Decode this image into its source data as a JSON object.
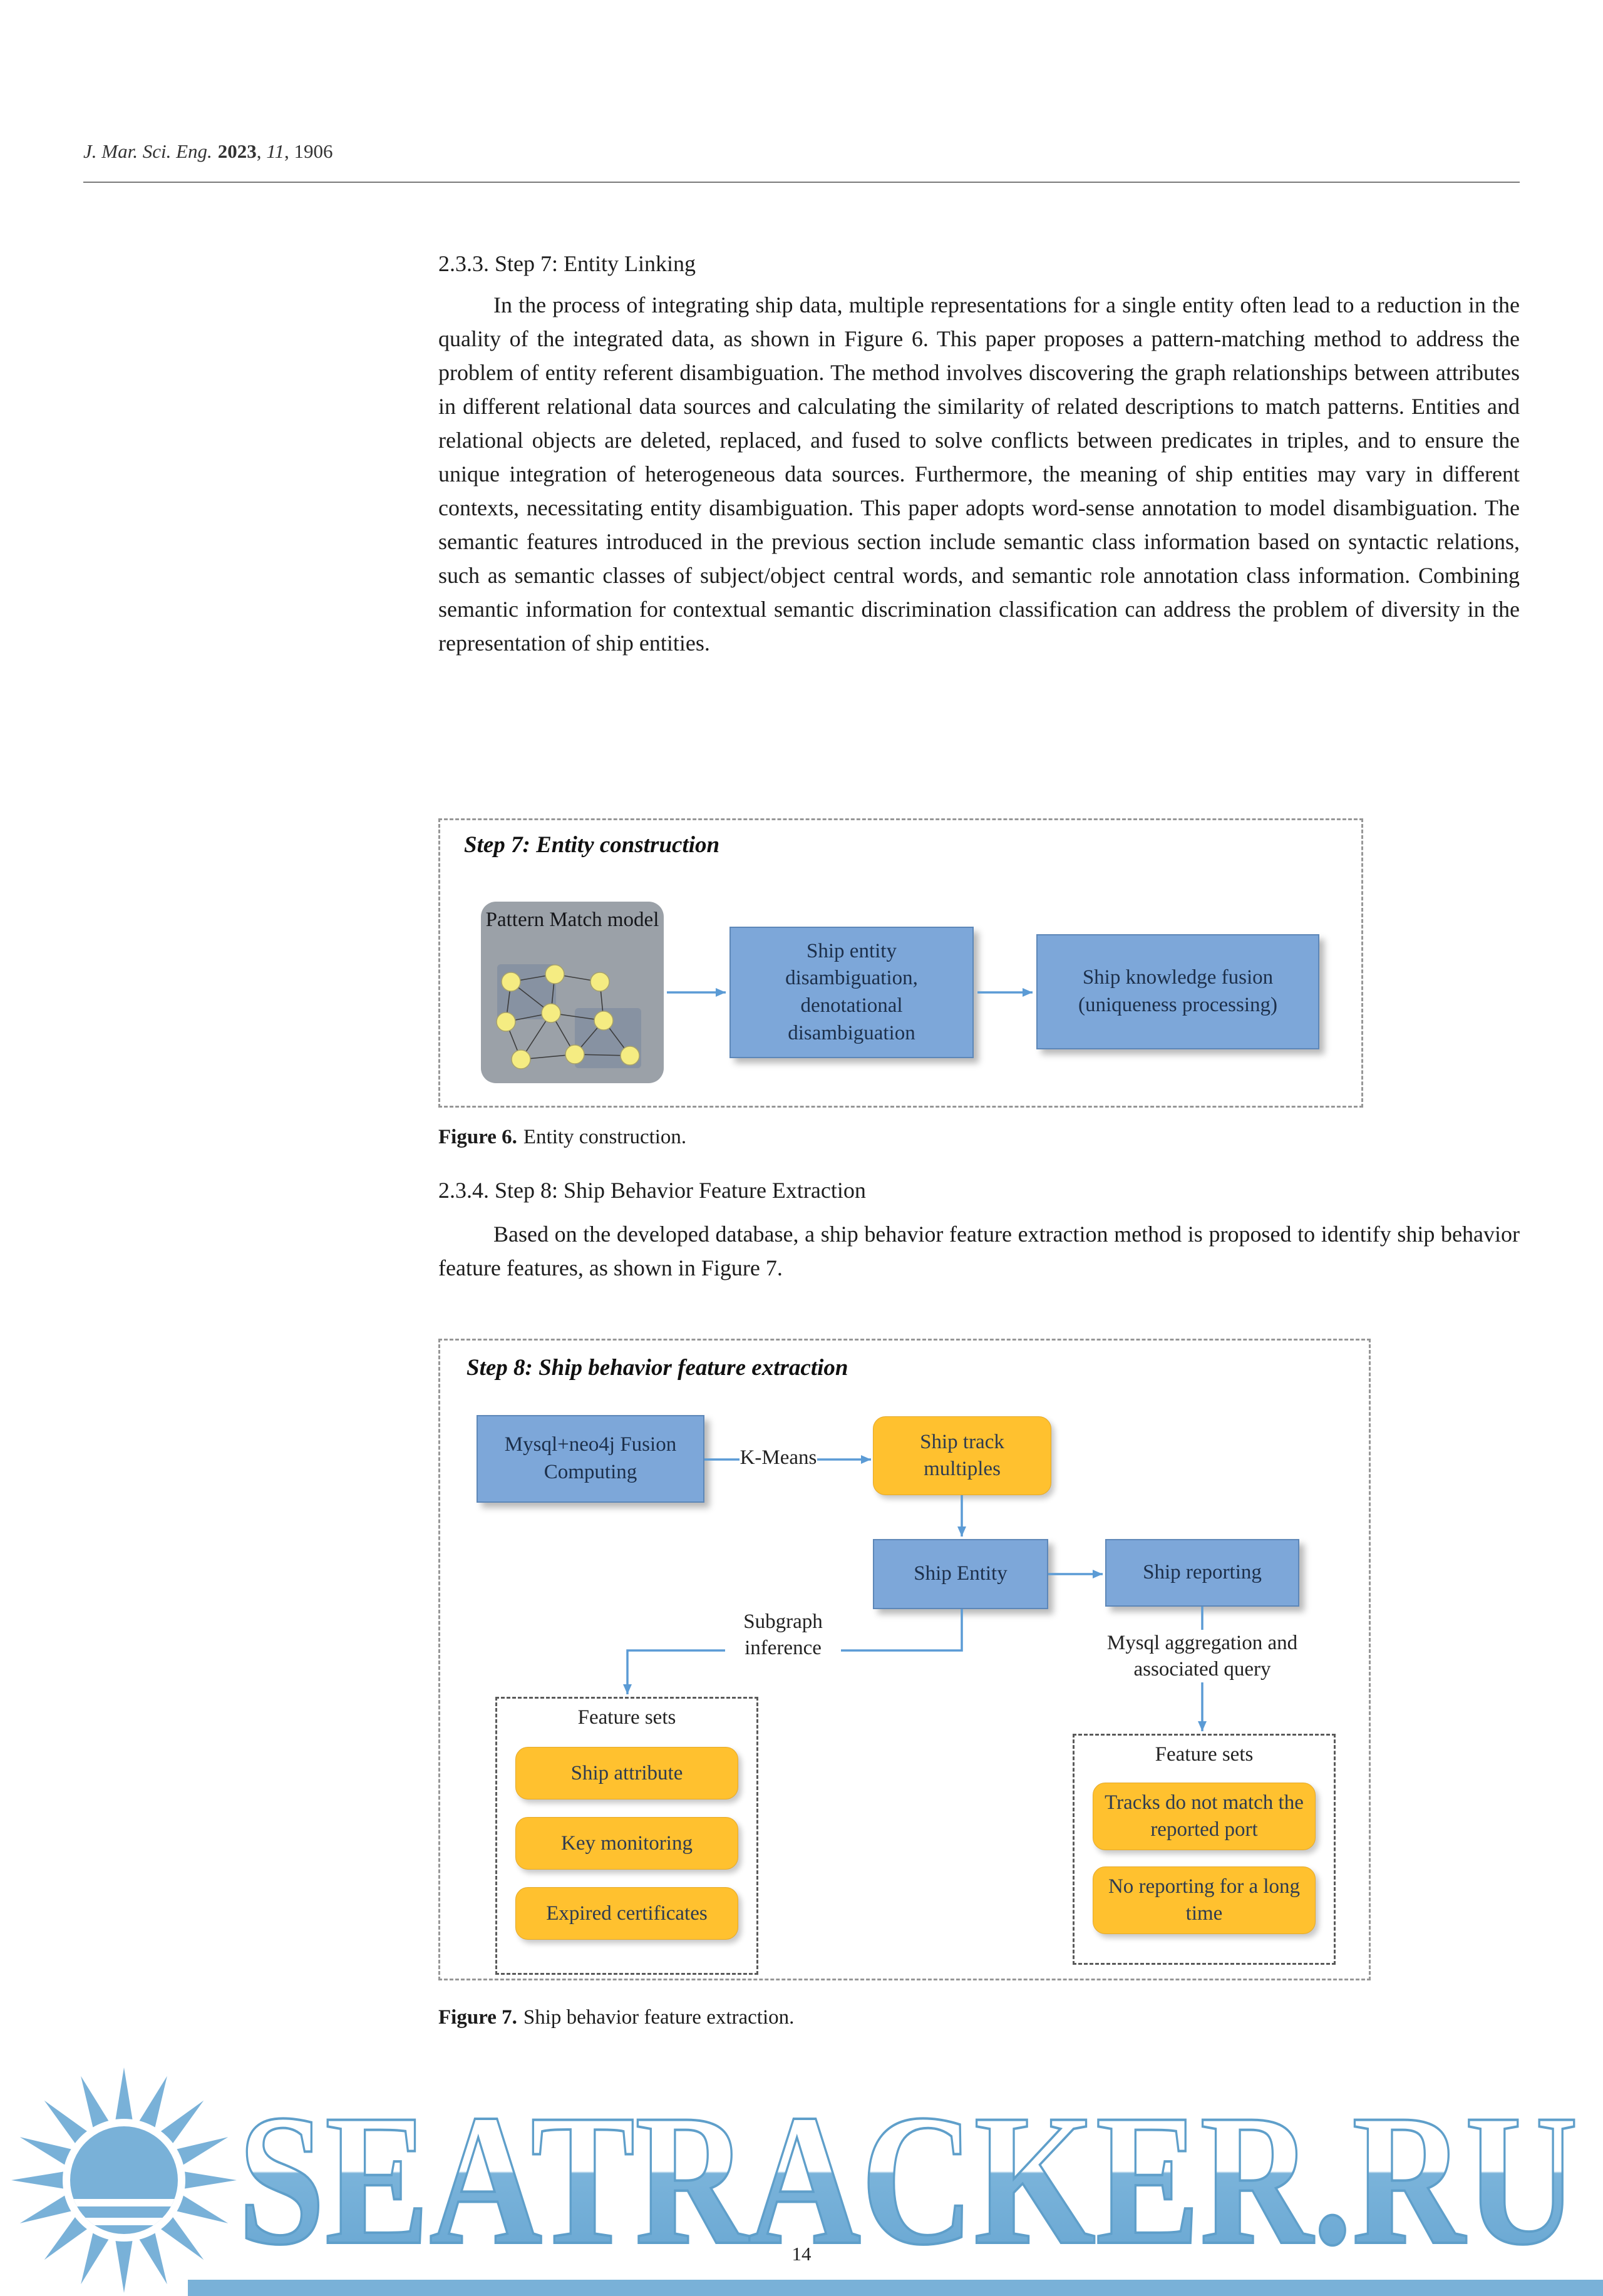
{
  "header": {
    "journal": "J. Mar. Sci. Eng.",
    "year": "2023",
    "sep1": ", ",
    "volume": "11",
    "sep2": ", ",
    "article": "1906"
  },
  "section1": {
    "heading": "2.3.3. Step 7: Entity Linking",
    "paragraph": "In the process of integrating ship data, multiple representations for a single entity often lead to a reduction in the quality of the integrated data, as shown in Figure 6. This paper proposes a pattern-matching method to address the problem of entity referent disambiguation. The method involves discovering the graph relationships between attributes in different relational data sources and calculating the similarity of related descriptions to match patterns. Entities and relational objects are deleted, replaced, and fused to solve conflicts between predicates in triples, and to ensure the unique integration of heterogeneous data sources. Furthermore, the meaning of ship entities may vary in different contexts, necessitating entity disambiguation. This paper adopts word-sense annotation to model disambiguation. The semantic features introduced in the previous section include semantic class information based on syntactic relations, such as semantic classes of subject/object central words, and semantic role annotation class information. Combining semantic information for contextual semantic discrimination classification can address the problem of diversity in the representation of ship entities."
  },
  "figure6": {
    "title": "Step 7: Entity construction",
    "pattern_label": "Pattern Match model",
    "disambiguation_box": "Ship entity disambiguation, denotational disambiguation",
    "fusion_box": "Ship knowledge fusion (uniqueness processing)",
    "caption_label": "Figure 6.",
    "caption": "Entity construction."
  },
  "section2": {
    "heading": "2.3.4. Step 8: Ship Behavior Feature Extraction",
    "paragraph": "Based on the developed database, a ship behavior feature extraction method is proposed to identify ship behavior feature features, as shown in Figure 7."
  },
  "figure7": {
    "title": "Step 8: Ship behavior feature extraction",
    "fusion_computing_box": "Mysql+neo4j Fusion Computing",
    "kmeans_label": "K-Means",
    "ship_track_box": "Ship track multiples",
    "ship_entity_box": "Ship Entity",
    "ship_reporting_box": "Ship reporting",
    "subgraph_label": "Subgraph inference",
    "mysql_aggregation_label": "Mysql aggregation and associated query",
    "left_feature_set": {
      "title": "Feature sets",
      "items": [
        "Ship attribute",
        "Key monitoring",
        "Expired certificates"
      ]
    },
    "right_feature_set": {
      "title": "Feature sets",
      "items": [
        "Tracks do not match the reported port",
        "No reporting for a long time"
      ]
    },
    "caption_label": "Figure 7.",
    "caption": "Ship behavior feature extraction."
  },
  "watermark": {
    "text": "SEATRACKER.RU"
  },
  "footer": {
    "page_number": "14"
  },
  "colors": {
    "box_blue": "#7da7d9",
    "box_blue_border": "#5d87b8",
    "box_orange": "#ffc12f",
    "arrow_blue": "#5b9bd5",
    "pattern_gray": "#9ba1a8",
    "node_yellow": "#f5ec82",
    "watermark_blue": "#79b1d8"
  }
}
